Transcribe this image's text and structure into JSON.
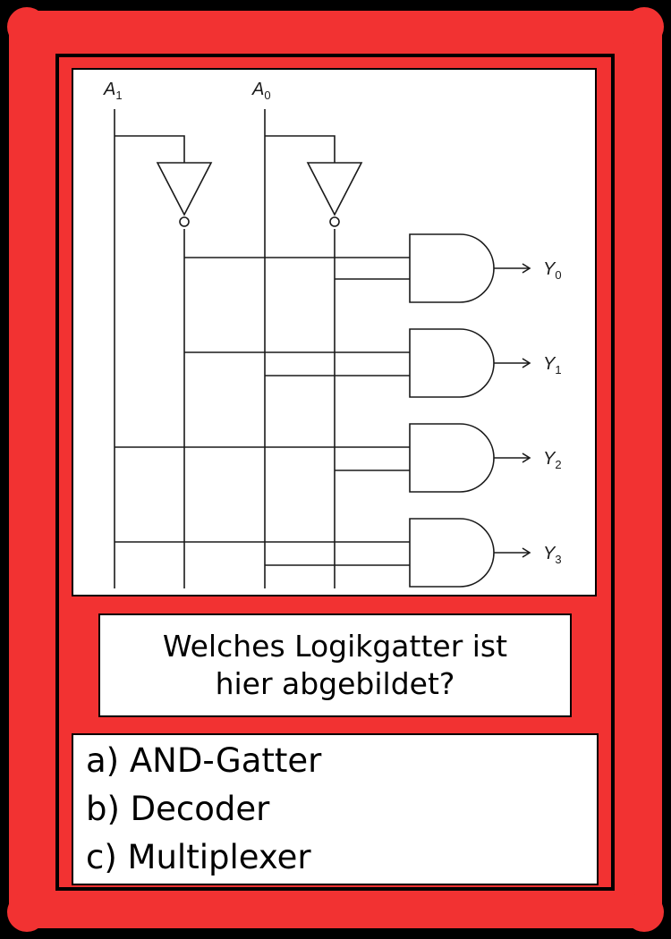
{
  "card": {
    "frame_color": "#f23232",
    "border_color": "#000000",
    "panel_color": "#ffffff"
  },
  "diagram": {
    "inputs": [
      {
        "letter": "A",
        "sub": "1"
      },
      {
        "letter": "A",
        "sub": "0"
      }
    ],
    "outputs": [
      {
        "letter": "Y",
        "sub": "0"
      },
      {
        "letter": "Y",
        "sub": "1"
      },
      {
        "letter": "Y",
        "sub": "2"
      },
      {
        "letter": "Y",
        "sub": "3"
      }
    ],
    "gates": [
      "not",
      "not",
      "and",
      "and",
      "and",
      "and"
    ]
  },
  "question": {
    "line1": "Welches Logikgatter ist",
    "line2": "hier abgebildet?"
  },
  "answers": [
    "a) AND-Gatter",
    "b) Decoder",
    "c) Multiplexer"
  ]
}
